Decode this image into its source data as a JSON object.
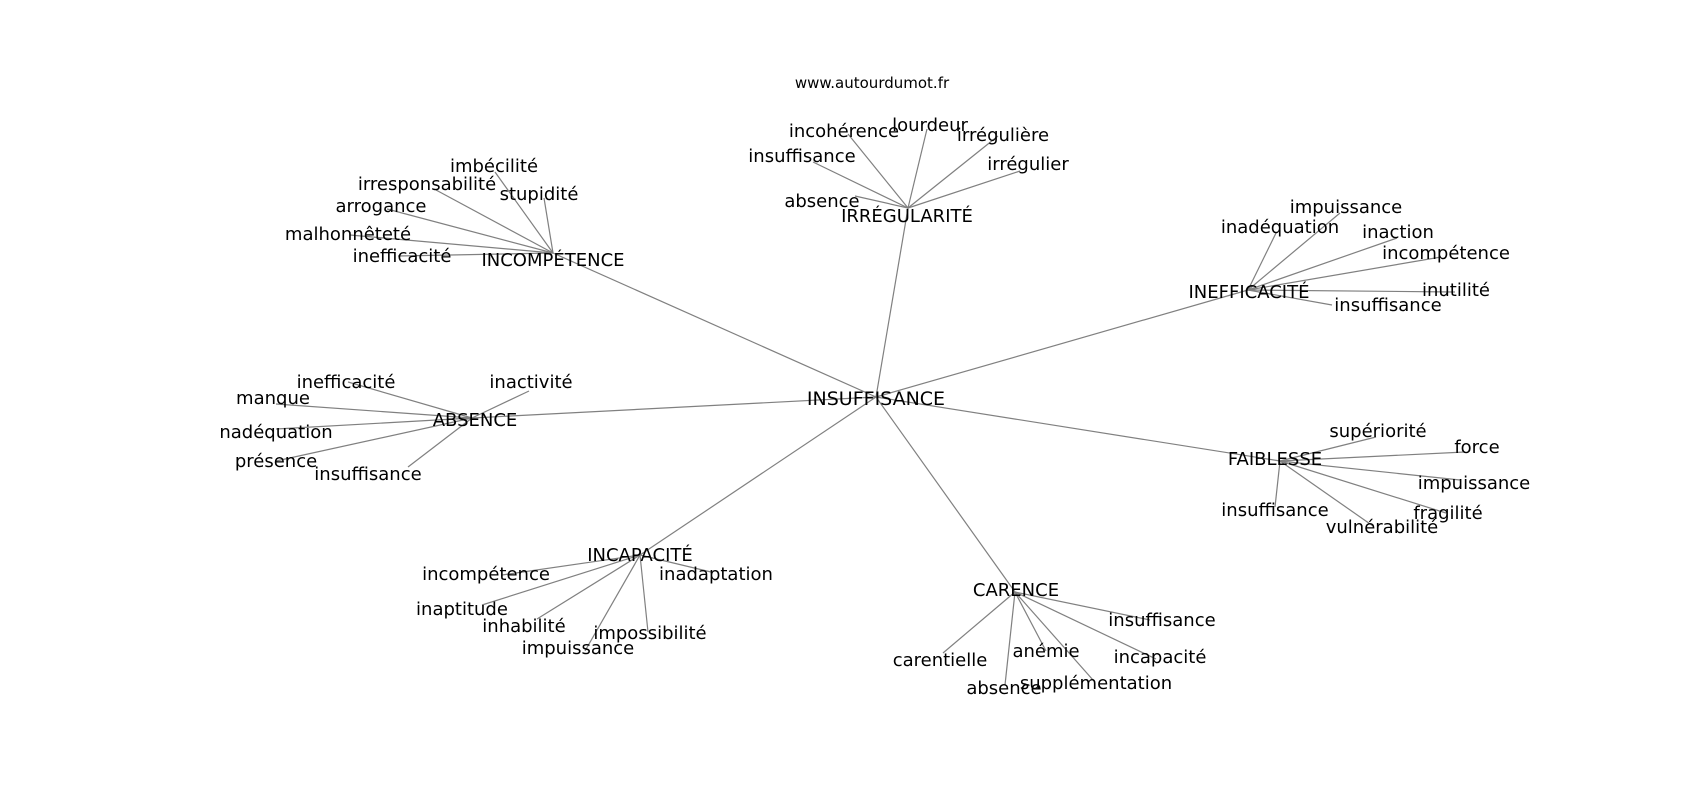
{
  "source": "www.autourdumot.fr",
  "root": "INSUFFISANCE",
  "groups": [
    {
      "hub": "IRRÉGULARITÉ",
      "leaves": [
        "incohérence",
        "lourdeur",
        "irrégulière",
        "insuffisance",
        "irrégulier",
        "absence"
      ]
    },
    {
      "hub": "INCOMPÉTENCE",
      "leaves": [
        "imbécilité",
        "irresponsabilité",
        "stupidité",
        "arrogance",
        "malhonnêteté",
        "inefficacité"
      ]
    },
    {
      "hub": "INEFFICACITÉ",
      "leaves": [
        "impuissance",
        "inadéquation",
        "inaction",
        "incompétence",
        "inutilité",
        "insuffisance"
      ]
    },
    {
      "hub": "ABSENCE",
      "leaves": [
        "inefficacité",
        "inactivité",
        "manque",
        "nadéquation",
        "présence",
        "insuffisance"
      ]
    },
    {
      "hub": "FAIBLESSE",
      "leaves": [
        "supériorité",
        "force",
        "impuissance",
        "insuffisance",
        "fragilité",
        "vulnérabilité"
      ]
    },
    {
      "hub": "INCAPACITÉ",
      "leaves": [
        "incompétence",
        "inadaptation",
        "inaptitude",
        "inhabilité",
        "impossibilité",
        "impuissance"
      ]
    },
    {
      "hub": "CARENCE",
      "leaves": [
        "insuffisance",
        "carentielle",
        "anémie",
        "incapacité",
        "absence",
        "supplémentation"
      ]
    }
  ]
}
